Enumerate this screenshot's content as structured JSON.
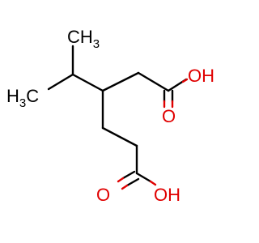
{
  "molecule": {
    "labels": {
      "ch3_top": {
        "main": "CH",
        "sub": "3"
      },
      "h3c_left": {
        "main": "H",
        "sub": "3",
        "tail": "C"
      },
      "oh_top": "OH",
      "o_top": "O",
      "o_bottom": "O",
      "oh_bottom": "OH"
    },
    "colors": {
      "carbon": "#000000",
      "oxygen": "#e00000"
    }
  }
}
